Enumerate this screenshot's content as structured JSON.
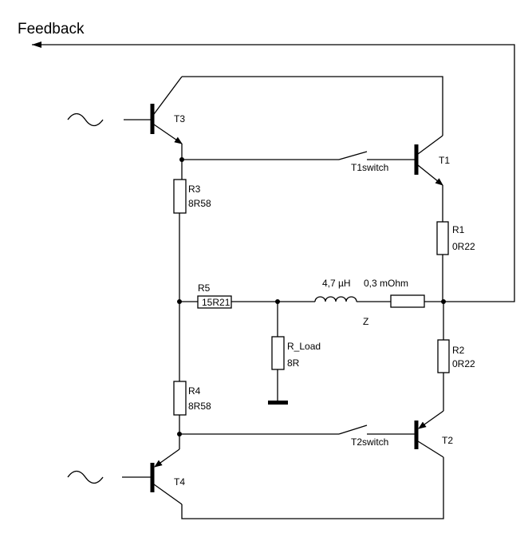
{
  "title": "Feedback",
  "components": {
    "T1": {
      "name": "T1"
    },
    "T2": {
      "name": "T2"
    },
    "T3": {
      "name": "T3"
    },
    "T4": {
      "name": "T4"
    },
    "R1": {
      "name": "R1",
      "value": "0R22"
    },
    "R2": {
      "name": "R2",
      "value": "0R22"
    },
    "R3": {
      "name": "R3",
      "value": "8R58"
    },
    "R4": {
      "name": "R4",
      "value": "8R58"
    },
    "R5": {
      "name": "R5",
      "value": "15R21"
    },
    "R_Load": {
      "name": "R_Load",
      "value": "8R"
    },
    "inductor": {
      "value": "4,7 µH"
    },
    "resistor_z": {
      "value": "0,3 mOhm"
    },
    "Z": {
      "name": "Z"
    },
    "T1switch": {
      "name": "T1switch"
    },
    "T2switch": {
      "name": "T2switch"
    }
  }
}
